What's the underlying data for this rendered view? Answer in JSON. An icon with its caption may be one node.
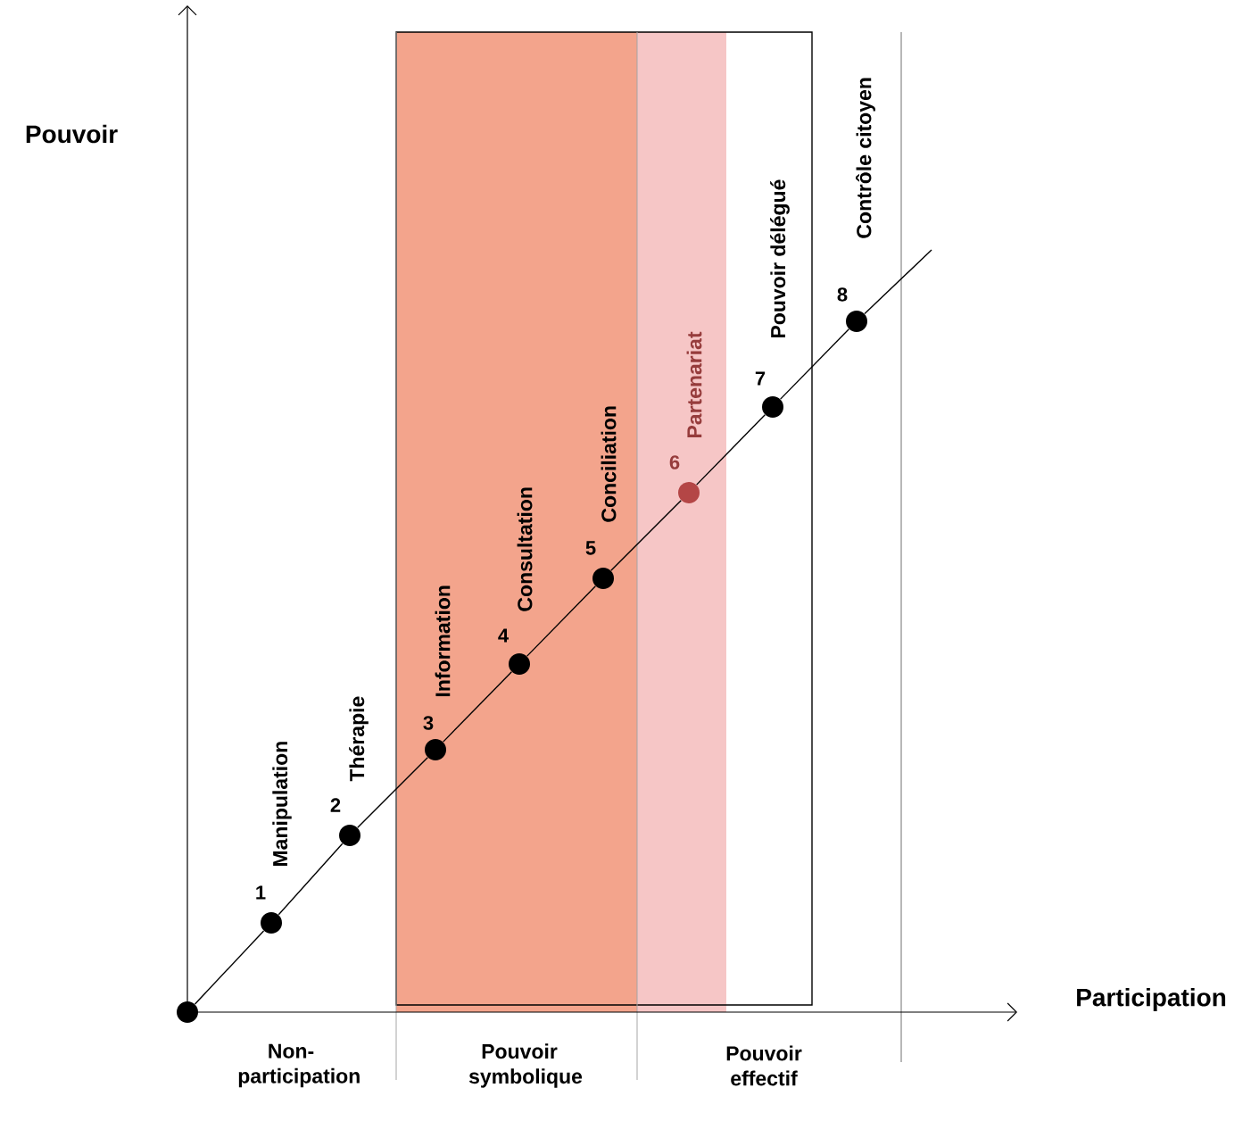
{
  "diagram": {
    "nodes": [
      {
        "text": [],
        "shape": "circle"
      },
      {
        "text": [],
        "shape": "circle",
        "beside": [
          "1",
          "Manipulation"
        ]
      },
      {
        "text": [],
        "shape": "circle",
        "beside": [
          "2",
          "Thérapie"
        ]
      },
      {
        "text": [],
        "shape": "circle",
        "beside": [
          "3",
          "Information"
        ]
      },
      {
        "text": [],
        "shape": "circle",
        "beside": [
          "4",
          "Consultation"
        ]
      },
      {
        "text": [],
        "shape": "circle",
        "beside": [
          "5",
          "Conciliation"
        ]
      },
      {
        "text": [],
        "shape": "circle",
        "beside": [
          "6",
          "Partenariat"
        ]
      },
      {
        "text": [],
        "shape": "circle",
        "beside": [
          "7",
          "Pouvoir délégué"
        ]
      },
      {
        "text": [],
        "shape": "circle",
        "beside": [
          "8",
          "Contrôle citoyen"
        ]
      }
    ],
    "edges": [
      {
        "from": 0,
        "to": 1,
        "arrow": "none"
      },
      {
        "from": 1,
        "to": 2,
        "arrow": "none"
      },
      {
        "from": 2,
        "to": 3,
        "arrow": "none"
      },
      {
        "from": 3,
        "to": 4,
        "arrow": "none"
      },
      {
        "from": 4,
        "to": 5,
        "arrow": "none"
      },
      {
        "from": 5,
        "to": 6,
        "arrow": "none"
      },
      {
        "from": 6,
        "to": 7,
        "arrow": "none"
      },
      {
        "from": 7,
        "to": 8,
        "arrow": "none"
      }
    ],
    "labels": [
      "Pouvoir",
      "Participation",
      "Non-participation",
      "Pouvoir symbolique",
      "Pouvoir effectif"
    ]
  }
}
